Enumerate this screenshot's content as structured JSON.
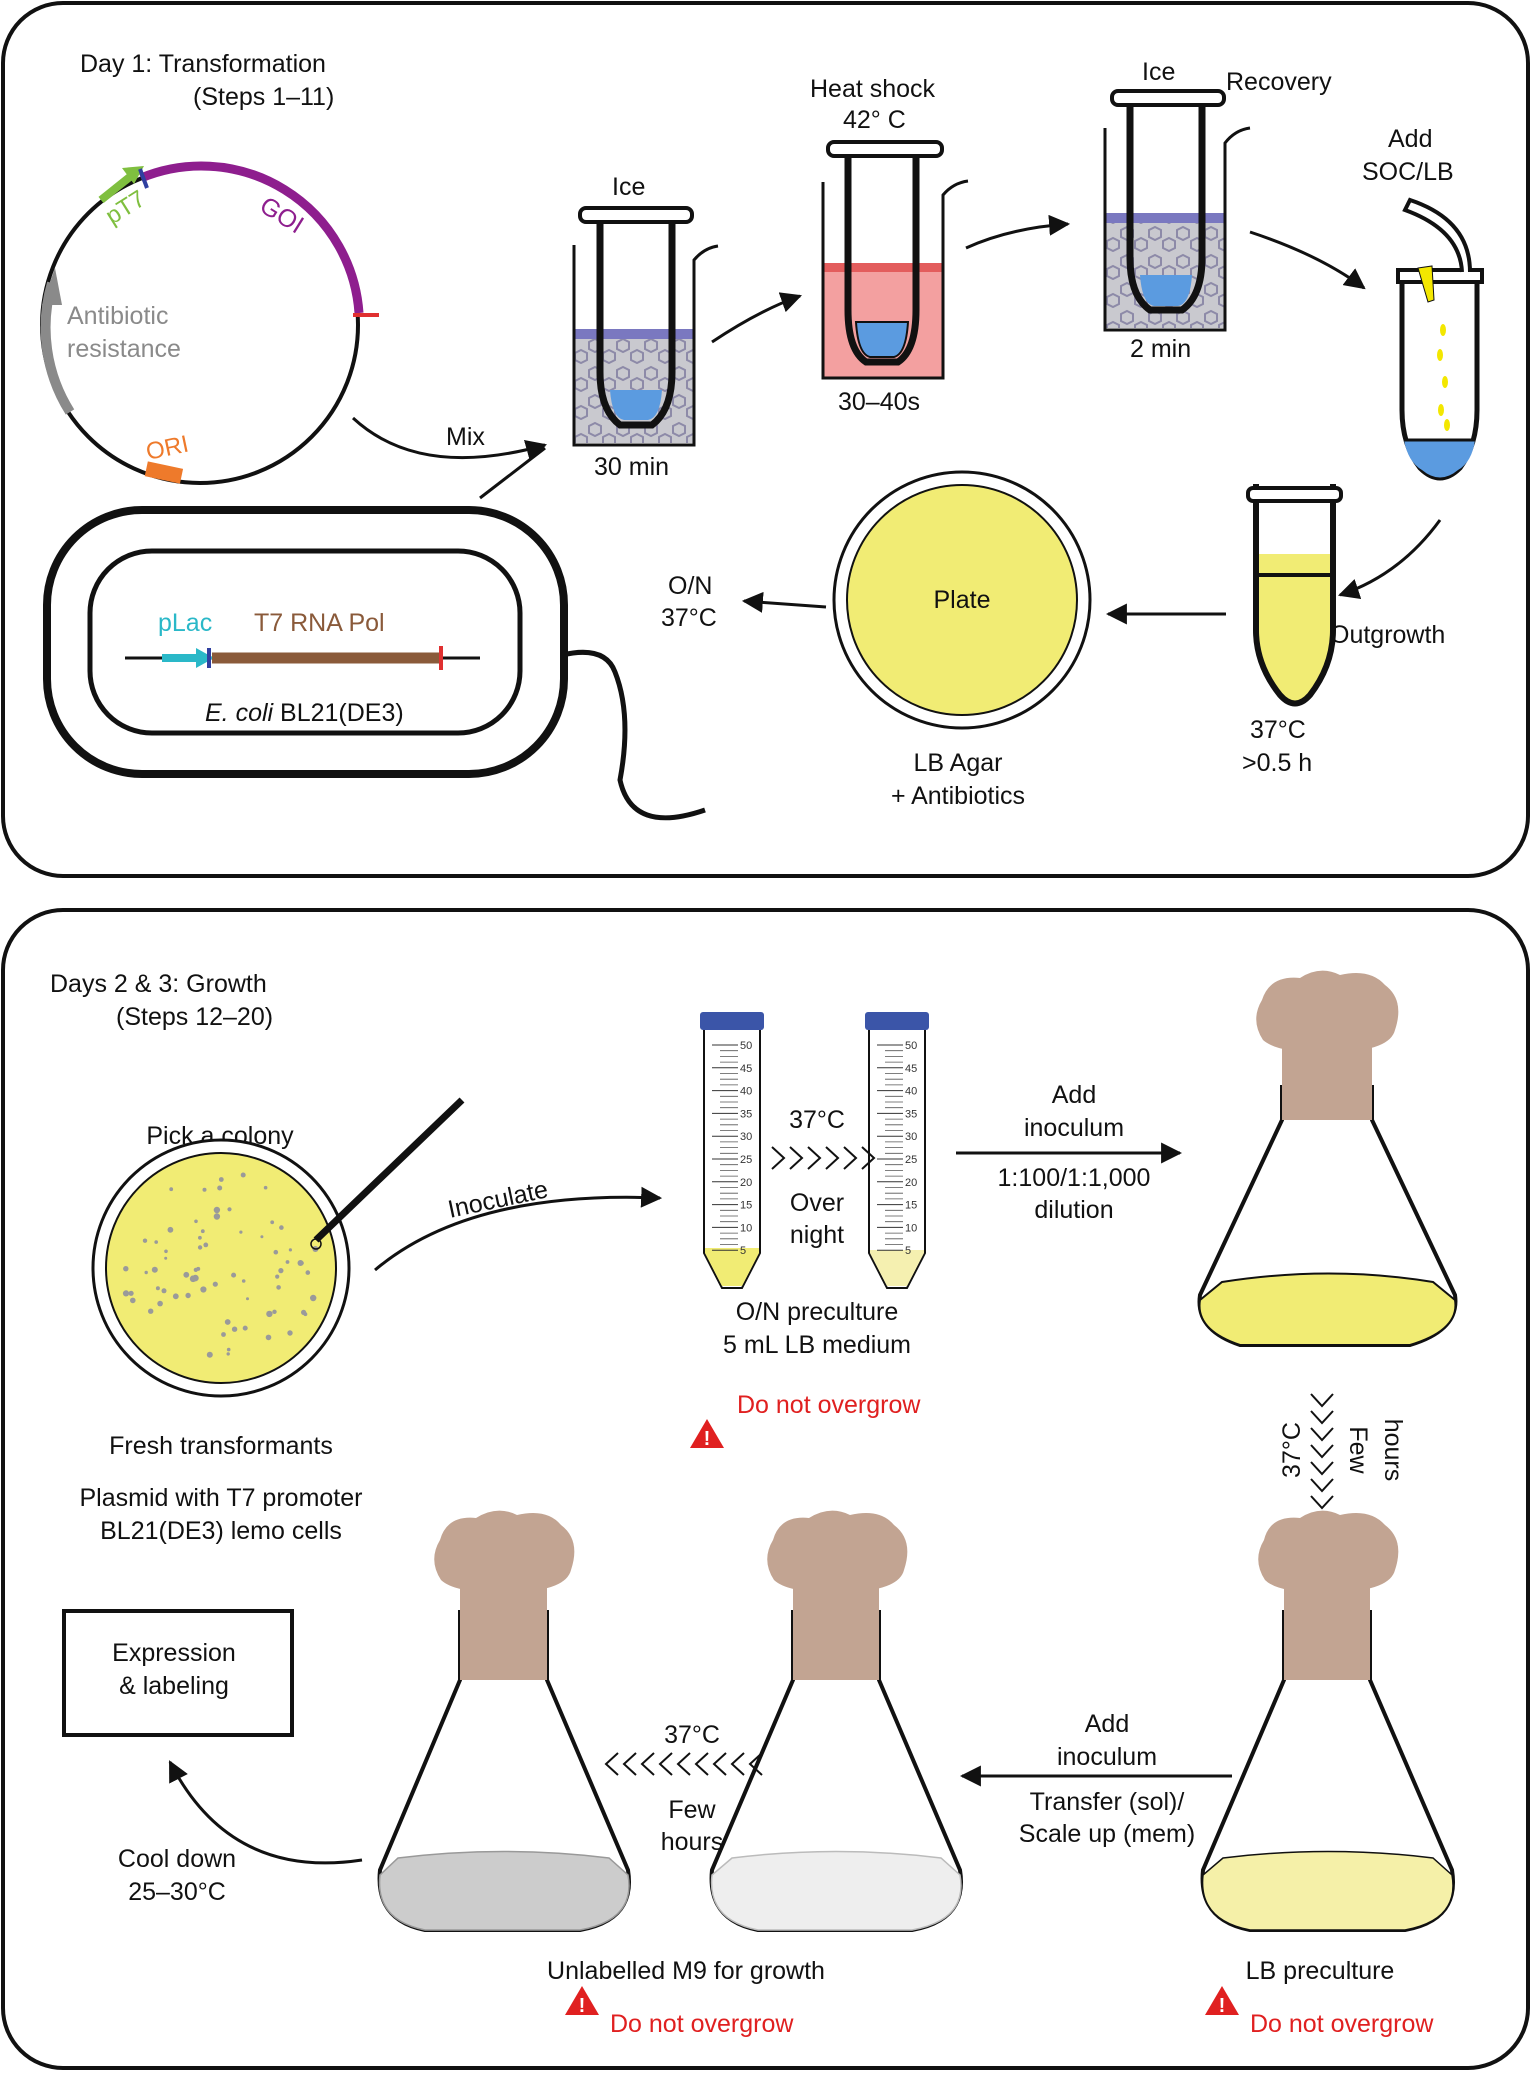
{
  "panel1": {
    "title_line1": "Day 1: Transformation",
    "title_line2": "(Steps 1–11)",
    "plasmid": {
      "pt7": "pT7",
      "goi": "GOI",
      "antibiotic_line1": "Antibiotic",
      "antibiotic_line2": "resistance",
      "ori": "ORI"
    },
    "mix": "Mix",
    "ice1": "Ice",
    "ice1_time": "30 min",
    "heat_line1": "Heat shock",
    "heat_line2": "42° C",
    "heat_time": "30–40s",
    "ice2": "Ice",
    "ice2_time": "2 min",
    "recovery": "Recovery",
    "add_line1": "Add",
    "add_line2": "SOC/LB",
    "outgrowth": "Outgrowth",
    "outgrowth_temp": "37°C",
    "outgrowth_time": ">0.5 h",
    "plate": "Plate",
    "agar_line1": "LB Agar",
    "agar_line2": "+ Antibiotics",
    "on_line1": "O/N",
    "on_line2": "37°C",
    "ecoli": {
      "plac": "pLac",
      "t7": "T7 RNA Pol",
      "strain_italic": "E. coli",
      "strain_rest": " BL21(DE3)"
    }
  },
  "panel2": {
    "title_line1": "Days 2 & 3: Growth",
    "title_line2": "(Steps 12–20)",
    "pick": "Pick a colony",
    "fresh": "Fresh transformants",
    "plasmid_line1": "Plasmid with T7 promoter",
    "plasmid_line2": "BL21(DE3) lemo cells",
    "inoculate": "Inoculate",
    "tube_temp": "37°C",
    "tube_over_line1": "Over",
    "tube_over_line2": "night",
    "tube_marks": [
      "50",
      "45",
      "40",
      "35",
      "30",
      "25",
      "20",
      "15",
      "10",
      "5"
    ],
    "preculture_line1": "O/N preculture",
    "preculture_line2": "5 mL LB medium",
    "warn1": "Do not overgrow",
    "add_line1": "Add",
    "add_line2": "inoculum",
    "dilution_line1": "1:100/1:1,000",
    "dilution_line2": "dilution",
    "few_temp": "37°C",
    "few_line1": "Few",
    "few_line2": "hours",
    "lb_preculture": "LB preculture",
    "warn2": "Do not overgrow",
    "add2_line1": "Add",
    "add2_line2": "inoculum",
    "transfer_line1": "Transfer (sol)/",
    "transfer_line2": "Scale up (mem)",
    "mid_temp": "37°C",
    "mid_few_line1": "Few",
    "mid_few_line2": "hours",
    "m9": "Unlabelled M9 for growth",
    "warn3": "Do not overgrow",
    "cool_line1": "Cool down",
    "cool_line2": "25–30°C",
    "expr_line1": "Expression",
    "expr_line2": "& labeling"
  },
  "colors": {
    "goi": "#8e1e8e",
    "pt7": "#7fbf3f",
    "ori": "#ee7a2b",
    "antibiotic": "#8a8a8a",
    "plac": "#2ab8c8",
    "t7": "#8a5a3a",
    "ice_liquid": "#7a78c0",
    "cells_blue": "#5b9be0",
    "heat_pink": "#f3a0a0",
    "yellow": "#f1ec74",
    "cap_blue": "#3b55a8",
    "cork": "#c2a492",
    "warning": "#e02020"
  }
}
